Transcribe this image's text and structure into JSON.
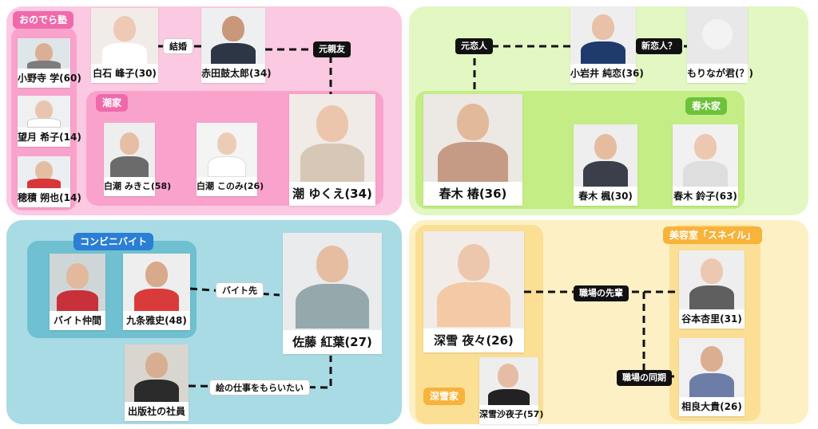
{
  "groups": {
    "onodera": "おのでら塾",
    "ushio": "潮家",
    "haruki": "春木家",
    "konbini": "コンビニバイト",
    "miyuki": "深雪家",
    "salon": "美容室「スネイル」"
  },
  "people": {
    "onodera_manabu": "小野寺 学(60)",
    "mochizuki_kiko": "望月 希子(14)",
    "hozumi_sakuya": "穂積 朔也(14)",
    "shiraishi_mineko": "白石 峰子(30)",
    "akada_kotaro": "赤田鼓太郎(34)",
    "shiose_mikiko": "白潮 みきこ(58)",
    "shiose_konomi": "白潮 このみ(26)",
    "ushio_yukue": "潮 ゆくえ(34)",
    "koiwai_junren": "小岩井 純恋(36)",
    "morinaga": "もりなが君(？)",
    "haruki_tsubaki": "春木 椿(36)",
    "haruki_kaede": "春木 楓(30)",
    "haruki_suzuko": "春木 鈴子(63)",
    "baito_nakama": "バイト仲間",
    "kujo_masashi": "九条雅史(48)",
    "sato_kureha": "佐藤 紅葉(27)",
    "shuppansha": "出版社の社員",
    "miyuki_yoyo": "深雪 夜々(26)",
    "miyuki_sayoko": "深雪沙夜子(57)",
    "tanimoto_anri": "谷本杏里(31)",
    "aira_daiki": "相良大貴(26)"
  },
  "relations": {
    "kekkon": "結婚",
    "moto_shinyu": "元親友",
    "moto_koibito": "元恋人",
    "shin_koibito": "新恋人？",
    "baito_saki": "バイト先",
    "e_no_shigoto": "絵の仕事をもらいたい",
    "shokuba_senpai": "職場の先輩",
    "shokuba_doki": "職場の同期"
  },
  "colors": {
    "pink_panel": "#fcc9e2",
    "pink_group": "#f9a3cc",
    "pink_tag": "#ef6aaa",
    "green_panel": "#e3f7c3",
    "green_group": "#c4ed86",
    "green_tag": "#6cc23a",
    "blue_panel": "#a9dbe5",
    "blue_group": "#6fc0d0",
    "blue_tag": "#2a7fd4",
    "yellow_panel": "#fdf0c4",
    "yellow_group": "#fbdf95",
    "yellow_tag": "#f7b33a"
  }
}
